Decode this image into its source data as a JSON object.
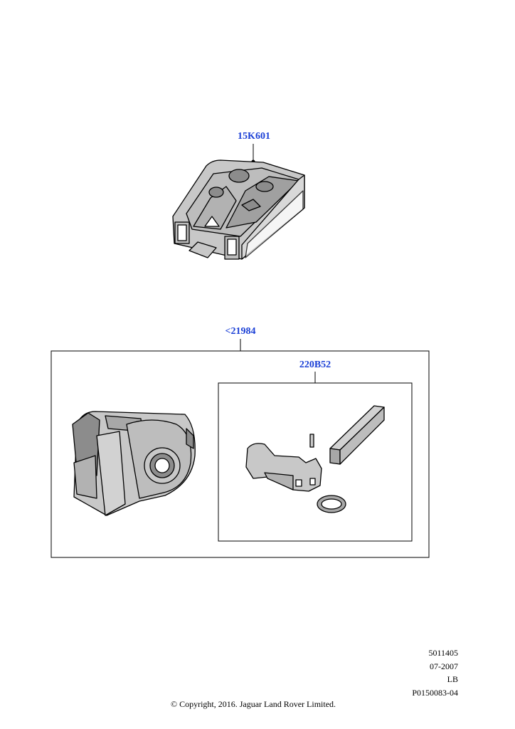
{
  "callouts": {
    "key_fob": "15K601",
    "ignition_kit": "<21984",
    "lock_barrel_kit": "220B52"
  },
  "drawing_info": {
    "number": "5011405",
    "date": "07-2007",
    "region": "LB",
    "illustration_id": "P0150083-04"
  },
  "copyright": "© Copyright, 2016. Jaguar Land Rover Limited.",
  "colors": {
    "callout_text": "#1a3fd6",
    "line": "#000000",
    "part_fill": "#c8c8c8",
    "part_shade": "#8c8c8c"
  }
}
